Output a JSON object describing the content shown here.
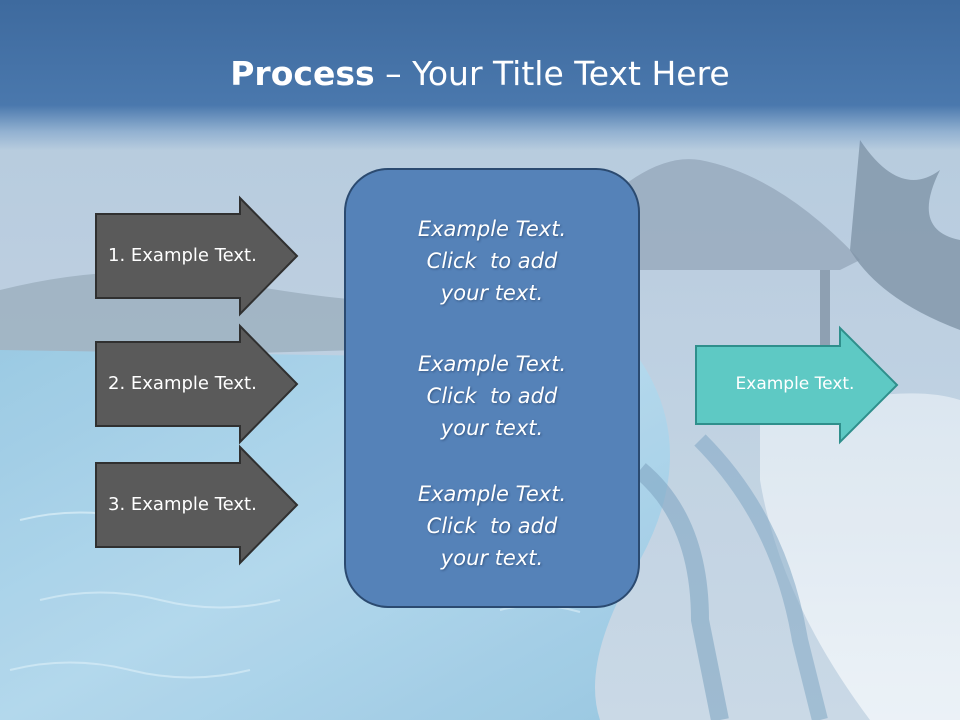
{
  "slide": {
    "title_bold": "Process",
    "title_rest": " – Your Title Text Here"
  },
  "left_arrows": [
    {
      "label": "1. Example Text."
    },
    {
      "label": "2. Example Text."
    },
    {
      "label": "3. Example Text."
    }
  ],
  "center_box": {
    "blocks": [
      {
        "line1": "Example Text.",
        "line2": "Click  to add",
        "line3": "your text."
      },
      {
        "line1": "Example Text.",
        "line2": "Click  to add",
        "line3": "your text."
      },
      {
        "line1": "Example Text.",
        "line2": "Click  to add",
        "line3": "your text."
      }
    ]
  },
  "right_arrow": {
    "label": "Example Text."
  },
  "colors": {
    "header": "#4a78ad",
    "dark_arrow": "#5a5a5a",
    "center_box": "#5582b8",
    "output_arrow": "#5ec9c4"
  }
}
